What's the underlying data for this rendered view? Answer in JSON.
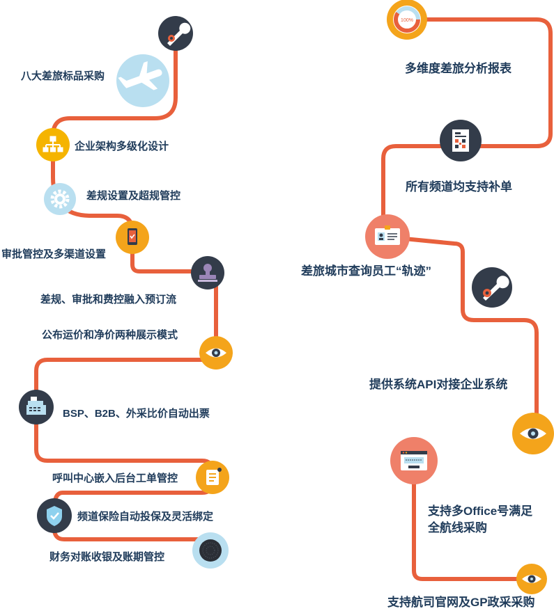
{
  "colors": {
    "path": "#e8603c",
    "label": "#1f3b5a",
    "dark_node": "#333c4a",
    "orange_node": "#f4a41b",
    "yellow_node": "#f5b400",
    "light_blue_node": "#b9dff0",
    "salmon_node": "#ef8069"
  },
  "left_column": [
    {
      "icon": "wrench-gear-icon",
      "label": ""
    },
    {
      "icon": "airplane-icon",
      "label": "八大差旅标品采购"
    },
    {
      "icon": "org-chart-icon",
      "label": "企业架构多级化设计"
    },
    {
      "icon": "gear-icon",
      "label": "差规设置及超规管控"
    },
    {
      "icon": "phone-check-icon",
      "label": "审批管控及多渠道设置"
    },
    {
      "icon": "stamp-icon",
      "label": "差规、审批和费控融入预订流"
    },
    {
      "icon": "eye-icon",
      "label": "公布运价和净价两种展示模式"
    },
    {
      "icon": "cash-register-icon",
      "label": "BSP、B2B、外采比价自动出票"
    },
    {
      "icon": "document-icon",
      "label": "呼叫中心嵌入后台工单管控"
    },
    {
      "icon": "shield-check-icon",
      "label": "频道保险自动投保及灵活绑定"
    },
    {
      "icon": "dark-disc-icon",
      "label": "财务对账收银及账期管控"
    }
  ],
  "right_column": [
    {
      "icon": "donut-chart-icon",
      "gauge_text": "100%",
      "label": "多维度差旅分析报表"
    },
    {
      "icon": "qr-document-icon",
      "label": "所有频道均支持补单"
    },
    {
      "icon": "id-card-icon",
      "label": "差旅城市查询员工“轨迹”"
    },
    {
      "icon": "wrench-gear-icon",
      "label": ""
    },
    {
      "icon": "eye-icon",
      "label": "提供系统API对接企业系统"
    },
    {
      "icon": "browser-window-icon",
      "label_line1": "支持多Office号满足",
      "label_line2": "全航线采购"
    },
    {
      "icon": "eye-icon",
      "label": "支持航司官网及GP政采采购"
    }
  ]
}
